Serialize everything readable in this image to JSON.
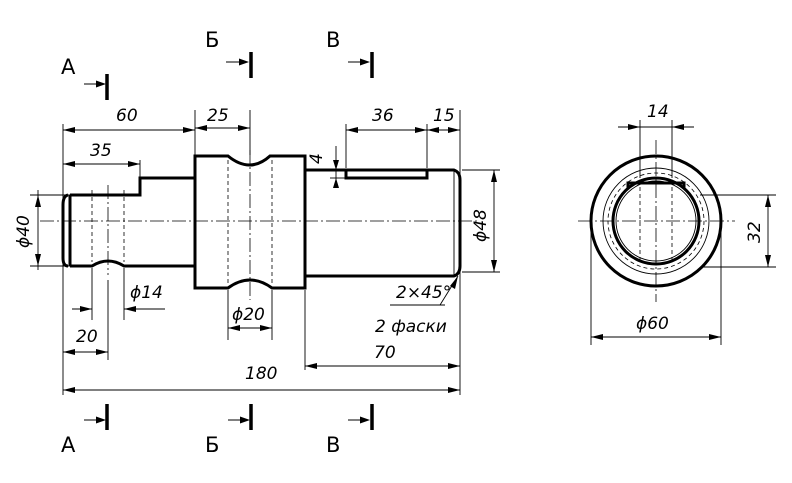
{
  "section_letters": {
    "a": "А",
    "b": "Б",
    "v": "В"
  },
  "dimensions": {
    "d60": "60",
    "d35": "35",
    "d25": "25",
    "d36": "36",
    "d15": "15",
    "d4": "4",
    "phi40": "ϕ40",
    "phi48": "ϕ48",
    "phi14": "ϕ14",
    "phi20": "ϕ20",
    "d20": "20",
    "d180": "180",
    "d70": "70",
    "chamfer": "2×45°",
    "chamfer_count": "2 фаски",
    "side_14": "14",
    "side_32": "32",
    "side_phi60": "ϕ60"
  }
}
